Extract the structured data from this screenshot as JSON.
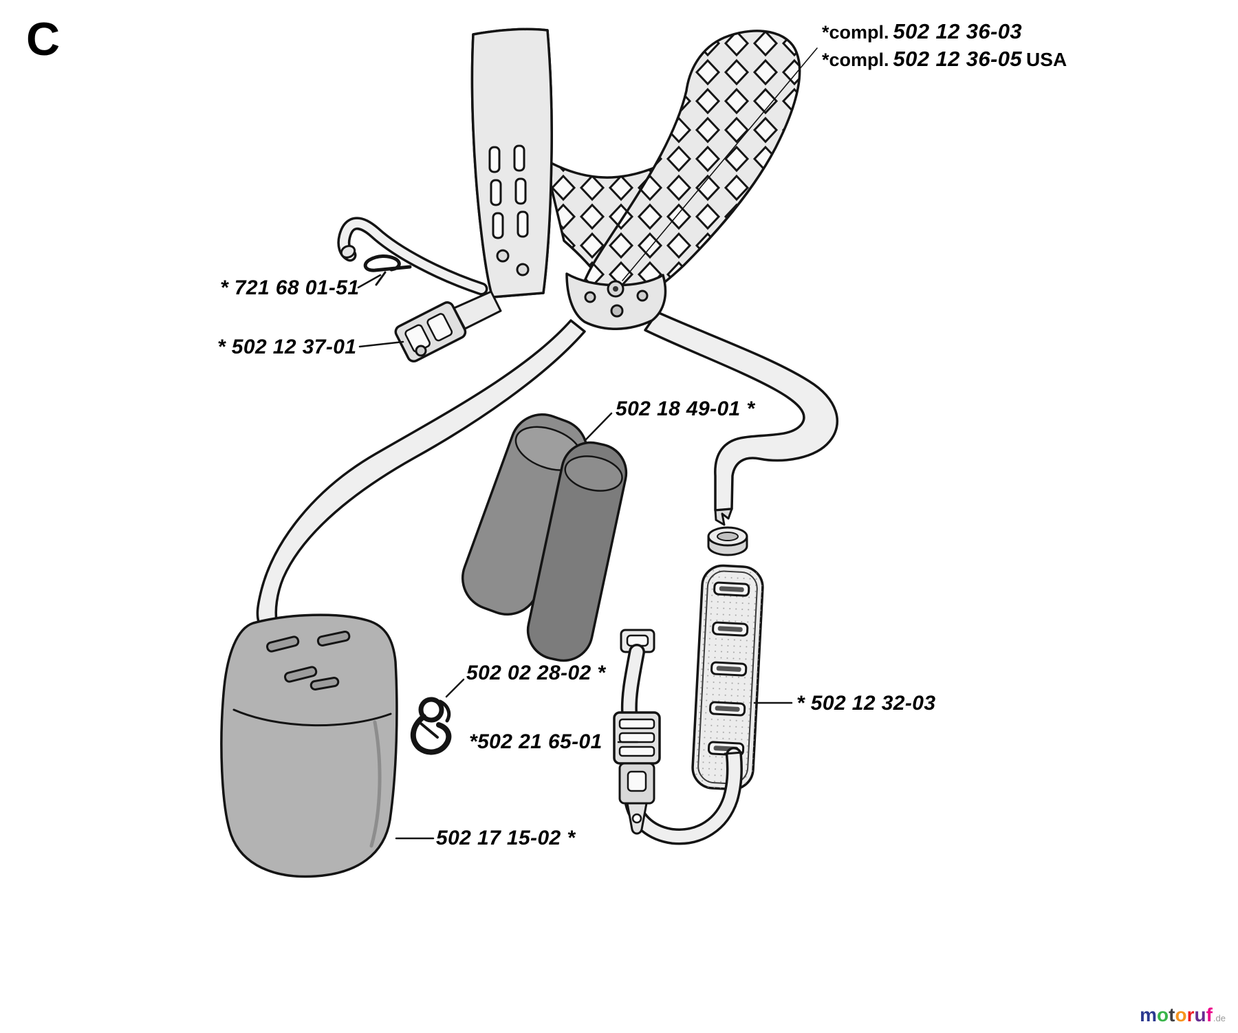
{
  "page": {
    "section_letter": "C",
    "compl_labels": [
      {
        "prefix": "*compl.",
        "number": "502 12 36-03",
        "suffix": ""
      },
      {
        "prefix": "*compl.",
        "number": "502 12 36-05",
        "suffix": "USA"
      }
    ],
    "part_labels": {
      "pin": "* 721 68 01-51",
      "small_buckle": "* 502 12 37-01",
      "foam_pads": "502 18 49-01 *",
      "snap_hook": "502 02 28-02 *",
      "strap_buckle": "*502 21 65-01",
      "hip_pad": "* 502 12 32-03",
      "pouch": "502 17 15-02 *"
    },
    "watermark": {
      "letters": [
        {
          "ch": "m",
          "color": "#2b3990"
        },
        {
          "ch": "o",
          "color": "#39b54a"
        },
        {
          "ch": "t",
          "color": "#414042"
        },
        {
          "ch": "o",
          "color": "#f7941d"
        },
        {
          "ch": "r",
          "color": "#ed1c24"
        },
        {
          "ch": "u",
          "color": "#662d91"
        },
        {
          "ch": "f",
          "color": "#ec008c"
        }
      ],
      "suffix": ".de"
    }
  }
}
